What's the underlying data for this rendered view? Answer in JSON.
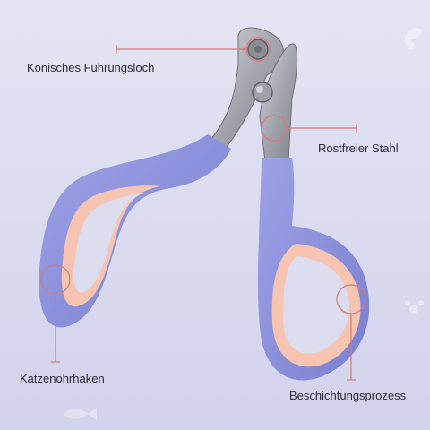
{
  "colors": {
    "background": "#dcdcef",
    "handle": "#8f94dd",
    "handle_dark": "#7277c8",
    "grip": "#f6c4b0",
    "steel": "#a9acb3",
    "callout": "#d9797a"
  },
  "callouts": {
    "guide_hole": "Konisches Führungsloch",
    "stainless_steel": "Rostfreier Stahl",
    "cat_ear_hook": "Katzenohrhaken",
    "coating_process": "Beschichtungsprozess"
  }
}
